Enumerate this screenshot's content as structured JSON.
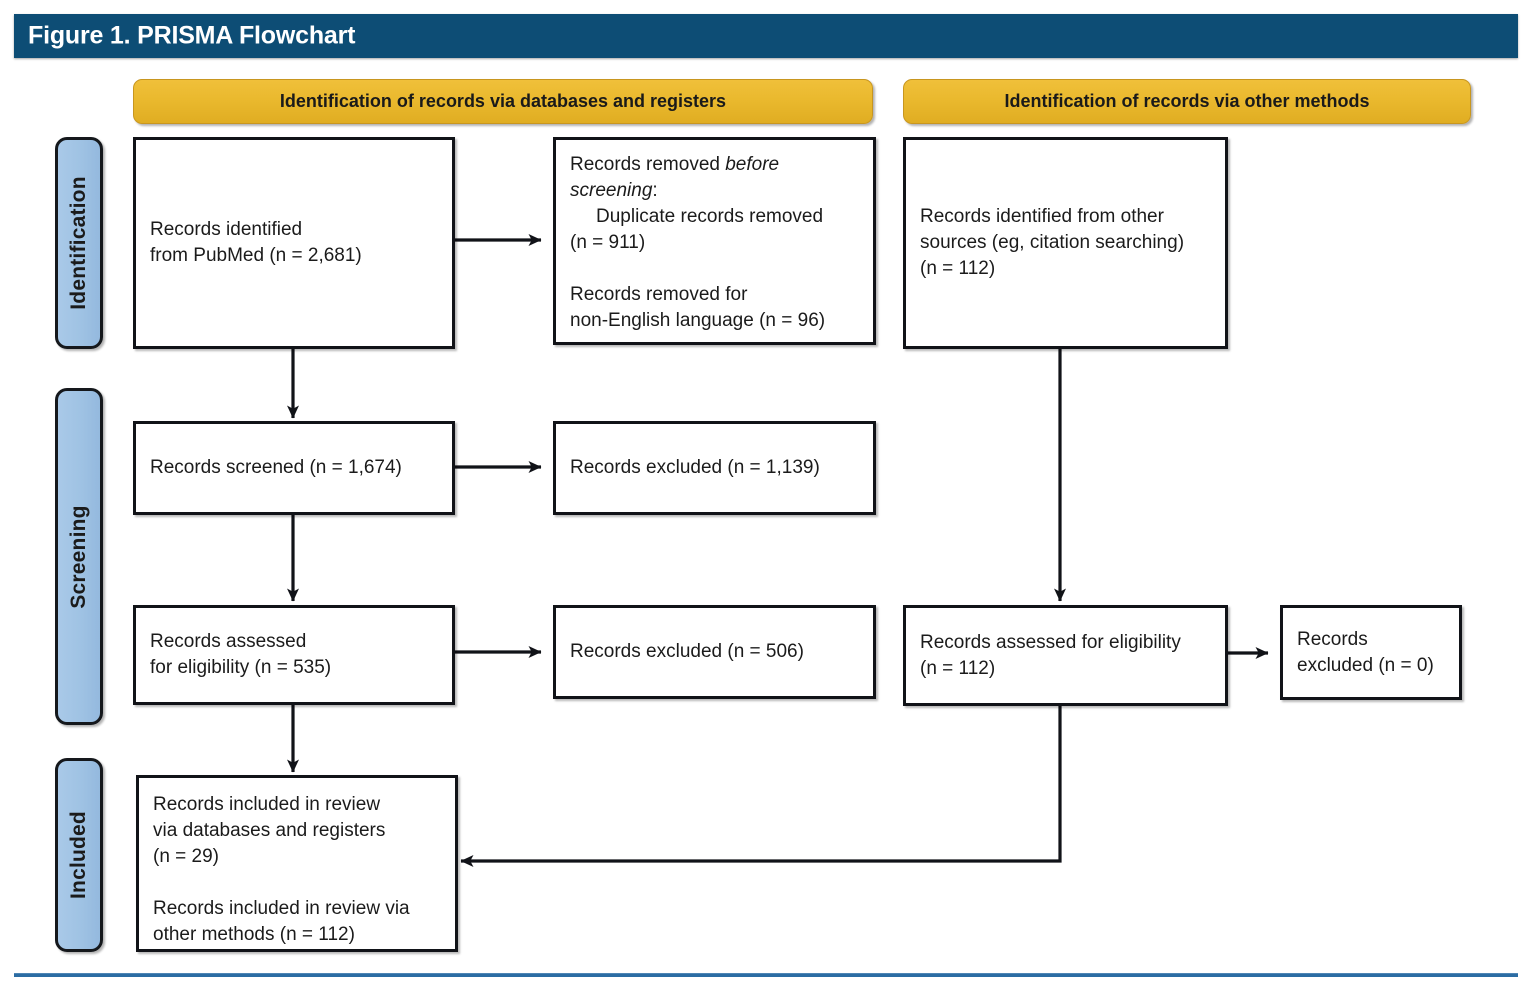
{
  "figure": {
    "title": "Figure 1. PRISMA Flowchart"
  },
  "section_headers": [
    {
      "id": "databases-registers",
      "label": "Identification of records via databases and registers"
    },
    {
      "id": "other-methods",
      "label": "Identification of records via other methods"
    }
  ],
  "stages": [
    {
      "id": "identification",
      "label": "Identification"
    },
    {
      "id": "screening",
      "label": "Screening"
    },
    {
      "id": "included",
      "label": "Included"
    }
  ],
  "nodes": {
    "records_identified_pubmed": {
      "line1": "Records identified",
      "line2": "from PubMed (n = 2,681)"
    },
    "records_removed_before_screening": {
      "line1_a": "Records removed ",
      "line1_b": "before",
      "line2_a": "screening",
      "line2_b": ":",
      "line3": "Duplicate records removed",
      "line4": "(n = 911)",
      "line5": "Records removed for",
      "line6": "non-English language (n = 96)"
    },
    "records_identified_other": {
      "line1": "Records identified from other",
      "line2": "sources (eg, citation searching)",
      "line3": "(n = 112)"
    },
    "records_screened": {
      "line1": "Records screened (n = 1,674)"
    },
    "records_excluded_screened": {
      "line1": "Records excluded (n = 1,139)"
    },
    "records_assessed_db": {
      "line1": "Records assessed",
      "line2": "for eligibility (n = 535)"
    },
    "records_excluded_assessed_db": {
      "line1": "Records excluded (n = 506)"
    },
    "records_assessed_other": {
      "line1": "Records assessed for eligibility",
      "line2": "(n = 112)"
    },
    "records_excluded_assessed_other": {
      "line1": "Records",
      "line2": "excluded (n = 0)"
    },
    "records_included": {
      "line1": "Records included in review",
      "line2": "via databases and registers",
      "line3": "(n = 29)",
      "line4": "Records included in review via",
      "line5": "other methods (n = 112)"
    }
  },
  "colors": {
    "title_bar": "#0d4d75",
    "section_header": "#eab92e",
    "stage_tab": "#a0c3e4",
    "node_border": "#111318",
    "bottom_rule": "#2b6ca3"
  },
  "chart_data": {
    "type": "diagram",
    "diagram_kind": "PRISMA 2020 flow diagram",
    "title": "Figure 1. PRISMA Flowchart",
    "counts": {
      "records_identified_pubmed": 2681,
      "duplicate_records_removed": 911,
      "removed_non_english": 96,
      "records_screened": 1674,
      "records_excluded_screening": 1139,
      "records_assessed_databases": 535,
      "records_excluded_assessed_databases": 506,
      "records_identified_other_sources": 112,
      "records_assessed_other": 112,
      "records_excluded_assessed_other": 0,
      "records_included_databases": 29,
      "records_included_other": 112
    },
    "edges": [
      {
        "from": "records_identified_pubmed",
        "to": "records_removed_before_screening"
      },
      {
        "from": "records_identified_pubmed",
        "to": "records_screened"
      },
      {
        "from": "records_screened",
        "to": "records_excluded_screened"
      },
      {
        "from": "records_screened",
        "to": "records_assessed_db"
      },
      {
        "from": "records_assessed_db",
        "to": "records_excluded_assessed_db"
      },
      {
        "from": "records_assessed_db",
        "to": "records_included"
      },
      {
        "from": "records_identified_other",
        "to": "records_assessed_other"
      },
      {
        "from": "records_assessed_other",
        "to": "records_excluded_assessed_other"
      },
      {
        "from": "records_assessed_other",
        "to": "records_included"
      }
    ]
  }
}
